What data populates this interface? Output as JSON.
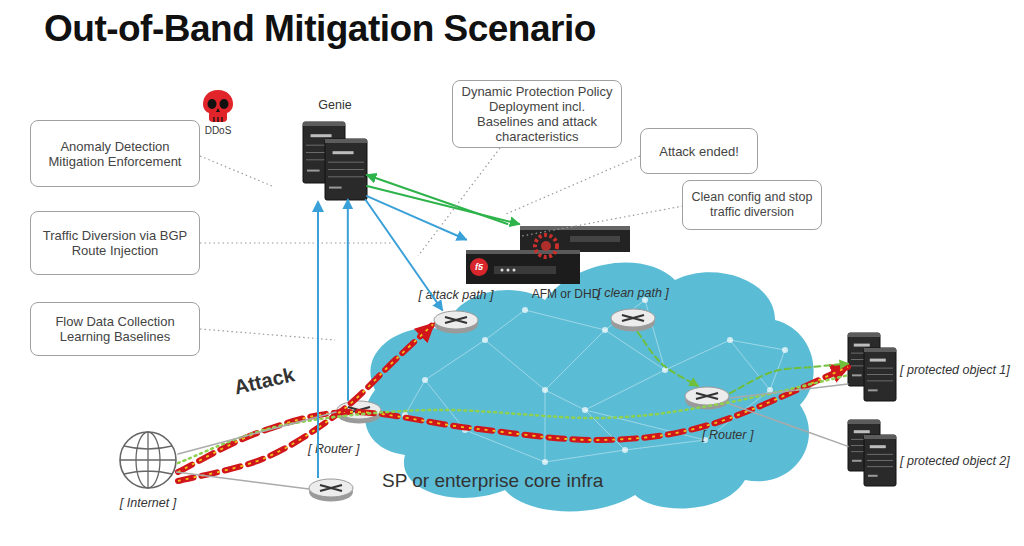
{
  "diagram": {
    "title": "Out-of-Band Mitigation Scenario",
    "nodes": [
      {
        "text": [
          "DDoS"
        ]
      },
      {
        "text": [
          "Genie"
        ]
      },
      {
        "text": [
          "Anomaly Detection Mitigation Enforcement"
        ]
      },
      {
        "text": [
          "Dynamic Protection Policy Deployment incl. Baselines and attack characteristics"
        ]
      },
      {
        "text": [
          "Attack ended!"
        ]
      },
      {
        "text": [
          "Clean config and stop traffic diversion"
        ]
      },
      {
        "text": [
          "Traffic Diversion via BGP Route Injection"
        ]
      },
      {
        "text": [
          "AFM or DHD"
        ]
      },
      {
        "text": [
          "[ attack path ]"
        ]
      },
      {
        "text": [
          "[ clean path ]"
        ]
      },
      {
        "text": [
          "Flow Data Collection Learning Baselines"
        ]
      },
      {
        "text": [
          "SP or enterprise core infra"
        ]
      },
      {
        "text": [
          "[ Router ]"
        ]
      },
      {
        "text": [
          "[ Router ]"
        ]
      },
      {
        "text": [
          "[ protected object 1]"
        ]
      },
      {
        "text": [
          "[ protected object 2]"
        ]
      },
      {
        "text": [
          "[ Internet ]"
        ]
      }
    ],
    "edges": [
      {
        "from": 12,
        "to": 1,
        "arrow": "to"
      },
      {
        "from": 1,
        "to": 7,
        "arrow": "to"
      },
      {
        "from": 1,
        "to": 8,
        "arrow": "to"
      },
      {
        "from": 7,
        "to": 1,
        "arrow": "to"
      },
      {
        "from": 1,
        "to": 7,
        "arrow": "to"
      },
      {
        "from": 16,
        "to": 14,
        "label": "Attack",
        "arrow": "to"
      },
      {
        "from": 16,
        "to": 8,
        "arrow": "to"
      },
      {
        "from": 16,
        "to": 14,
        "arrow": "none"
      },
      {
        "from": 9,
        "to": 13,
        "arrow": "to"
      },
      {
        "from": 13,
        "to": 14,
        "arrow": "to"
      },
      {
        "from": 16,
        "to": 12,
        "arrow": "none"
      },
      {
        "from": 13,
        "to": 14,
        "arrow": "none"
      },
      {
        "from": 13,
        "to": 15,
        "arrow": "none"
      }
    ],
    "labels": [
      "f5"
    ]
  }
}
